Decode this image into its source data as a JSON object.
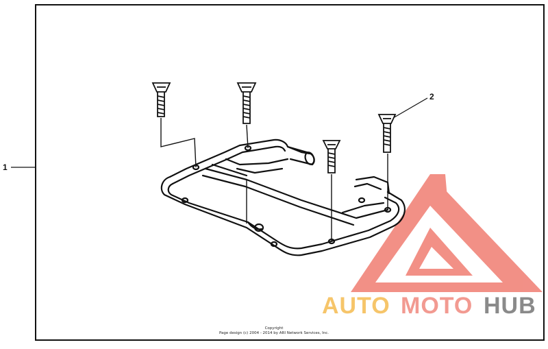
{
  "diagram": {
    "callouts": [
      {
        "id": "1",
        "label": "1"
      },
      {
        "id": "2",
        "label": "2"
      }
    ],
    "copyright": {
      "line1": "Copyright",
      "line2": "Page design (c) 2004 - 2014 by ARI Network Services, Inc."
    }
  },
  "watermark": {
    "words": [
      "AUTO",
      "MOTO",
      "HUB"
    ],
    "colors": {
      "auto": "#f6c56a",
      "moto": "#f29a91",
      "hub": "#8a8a8a",
      "triangle": "#f07d72"
    }
  }
}
